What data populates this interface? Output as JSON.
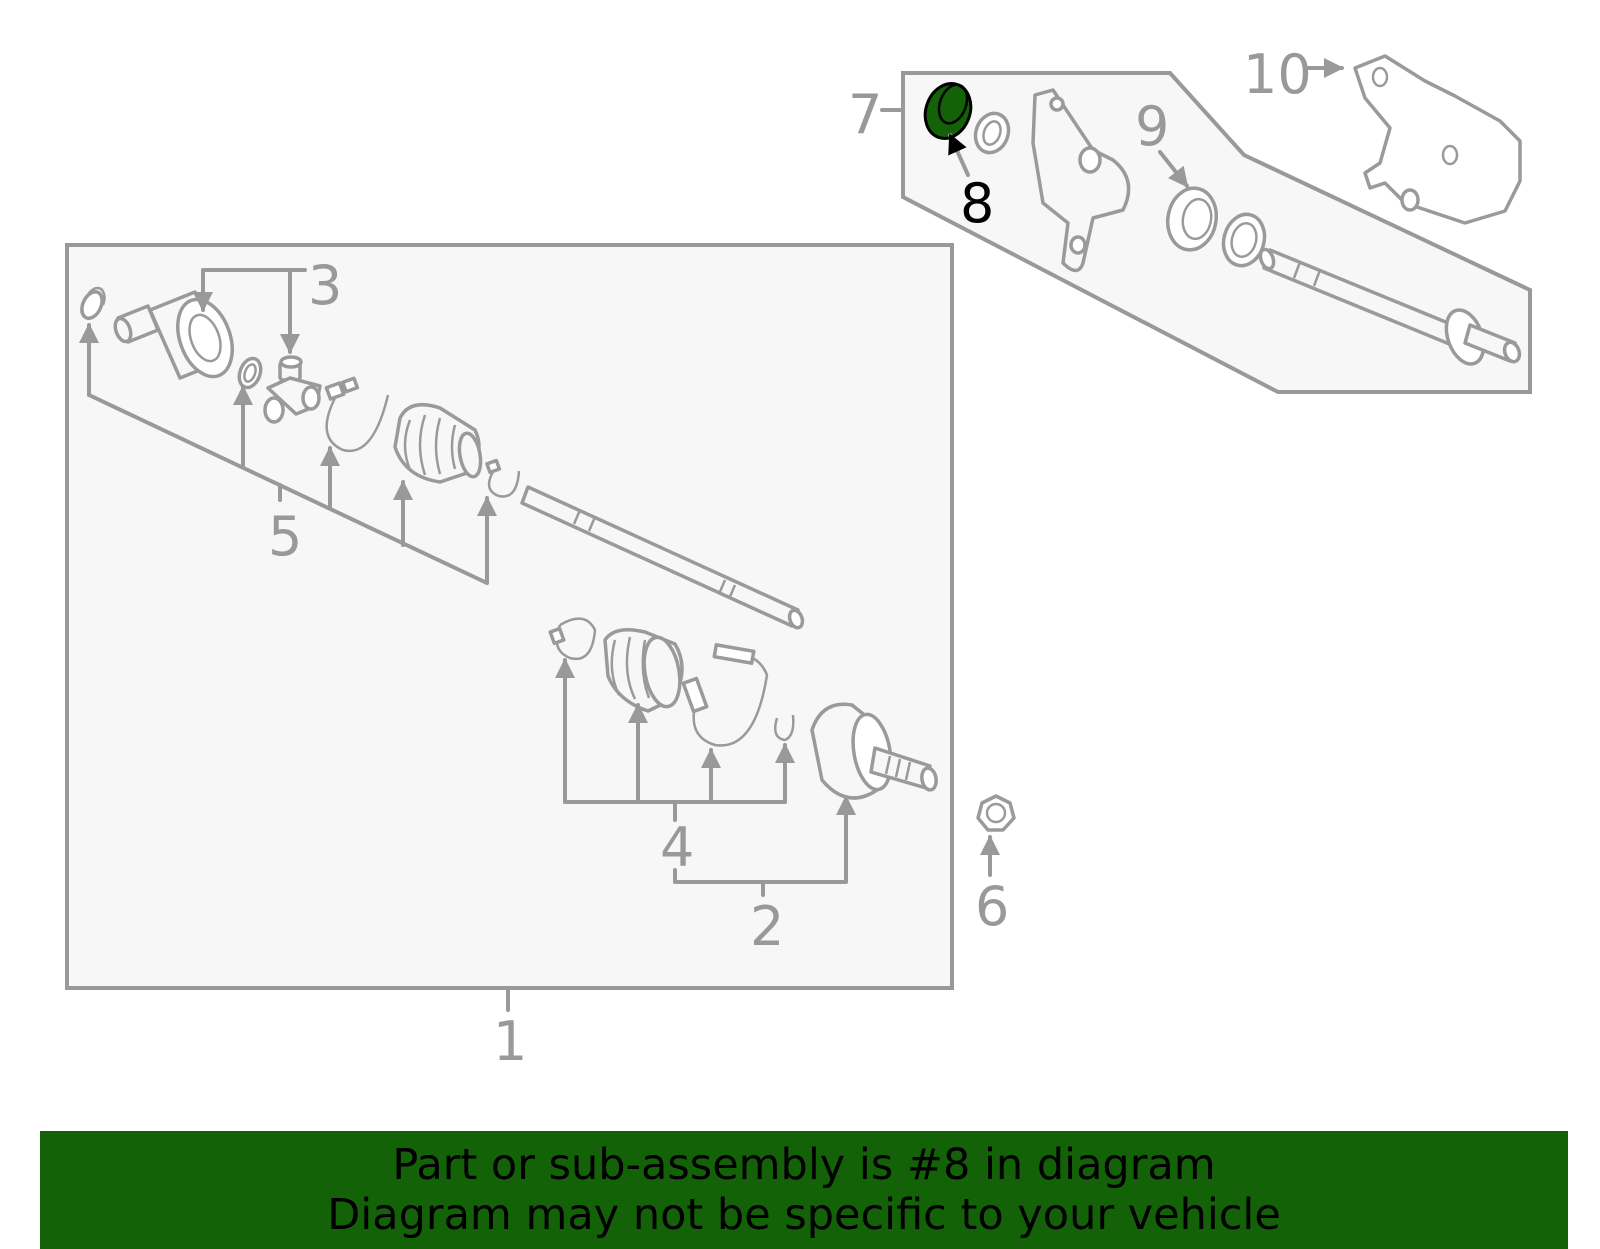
{
  "diagram": {
    "callouts": [
      {
        "id": "1",
        "text": "1"
      },
      {
        "id": "2",
        "text": "2"
      },
      {
        "id": "3",
        "text": "3"
      },
      {
        "id": "4",
        "text": "4"
      },
      {
        "id": "5",
        "text": "5"
      },
      {
        "id": "6",
        "text": "6"
      },
      {
        "id": "7",
        "text": "7"
      },
      {
        "id": "8",
        "text": "8"
      },
      {
        "id": "9",
        "text": "9"
      },
      {
        "id": "10",
        "text": "10"
      }
    ],
    "highlighted_part": "8",
    "highlight_color": "#146208",
    "line_color": "#999999"
  },
  "banner": {
    "line1": "Part or sub-assembly is #8 in diagram",
    "line2": "Diagram may not be specific to your vehicle",
    "background": "#146208"
  }
}
